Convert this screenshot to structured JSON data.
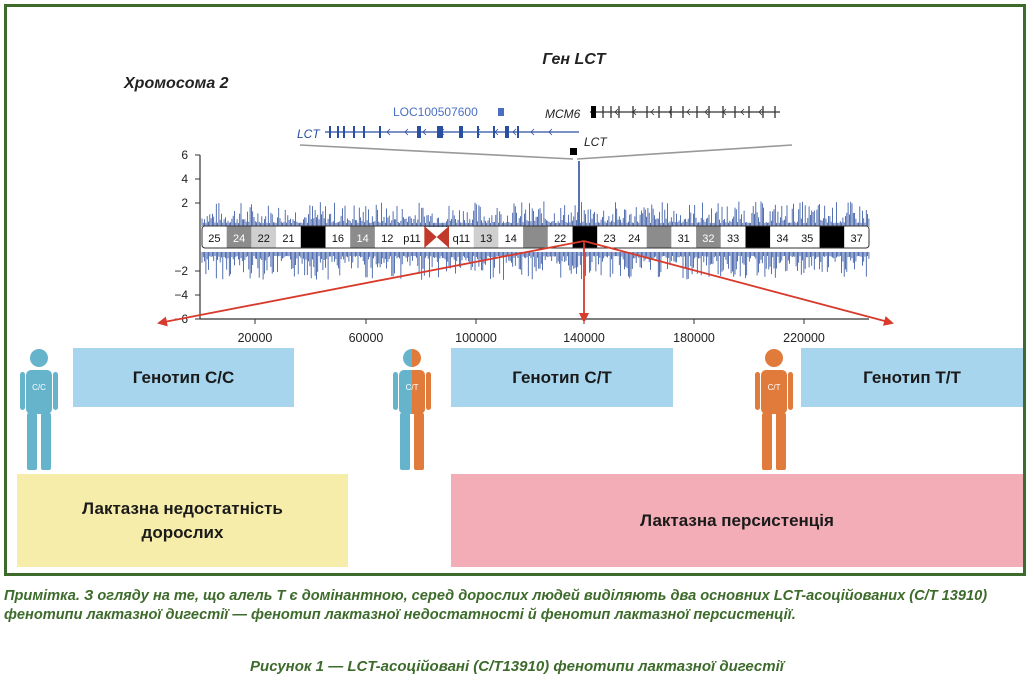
{
  "gene_title": "Ген LCT",
  "chromosome_title": "Хромосома 2",
  "genes": {
    "loc": "LOC100507600",
    "mcm6": "MCM6",
    "lct_track": "LCT",
    "lct_marker": "LCT"
  },
  "plot": {
    "y_ticks": [
      "6",
      "4",
      "2",
      "−2",
      "−4",
      "−6"
    ],
    "x_ticks": [
      "20000",
      "60000",
      "100000",
      "140000",
      "180000",
      "220000"
    ]
  },
  "bands": [
    {
      "label": "25",
      "color": "#ffffff"
    },
    {
      "label": "24",
      "color": "#8c8c8c"
    },
    {
      "label": "22",
      "color": "#cfcfcf"
    },
    {
      "label": "21",
      "color": "#ffffff"
    },
    {
      "label": "",
      "color": "#000000"
    },
    {
      "label": "16",
      "color": "#ffffff"
    },
    {
      "label": "14",
      "color": "#8c8c8c"
    },
    {
      "label": "12",
      "color": "#ffffff"
    },
    {
      "label": "p11",
      "color": "#ffffff"
    },
    {
      "label": "",
      "color": "#c0392b"
    },
    {
      "label": "q11",
      "color": "#ffffff"
    },
    {
      "label": "13",
      "color": "#cfcfcf"
    },
    {
      "label": "14",
      "color": "#ffffff"
    },
    {
      "label": "",
      "color": "#8c8c8c"
    },
    {
      "label": "22",
      "color": "#ffffff"
    },
    {
      "label": "",
      "color": "#000000"
    },
    {
      "label": "23",
      "color": "#ffffff"
    },
    {
      "label": "24",
      "color": "#ffffff"
    },
    {
      "label": "",
      "color": "#8c8c8c"
    },
    {
      "label": "31",
      "color": "#ffffff"
    },
    {
      "label": "32",
      "color": "#8c8c8c"
    },
    {
      "label": "33",
      "color": "#ffffff"
    },
    {
      "label": "",
      "color": "#000000"
    },
    {
      "label": "34",
      "color": "#ffffff"
    },
    {
      "label": "35",
      "color": "#ffffff"
    },
    {
      "label": "",
      "color": "#000000"
    },
    {
      "label": "37",
      "color": "#ffffff"
    }
  ],
  "people": {
    "cc": "C/C",
    "ct": "C/T",
    "tt": "C/T"
  },
  "boxes": {
    "geno_cc": "Генотип С/С",
    "geno_ct": "Генотип С/Т",
    "geno_tt": "Генотип Т/Т",
    "insufficiency_line1": "Лактазна недостатність",
    "insufficiency_line2": "дорослих",
    "persistence": "Лактазна персистенція"
  },
  "note": "Примітка. З огляду на те, що алель Т є домінантною, серед дорослих людей виділяють два основних LCT-асоційованих (С/Т 13910) фенотипи лактазної дигестії — фенотип лактазної недостатності й фенотип лактазної персистенції.",
  "caption": "Рисунок 1 — LCT-асоційовані (С/Т13910) фенотипи лактазної дигестії",
  "colors": {
    "frame": "#3d6b2b",
    "plot_blue": "#2b4fa0",
    "arrow_red": "#d83a2c",
    "teal": "#66b4cc",
    "orange": "#e07b3c"
  }
}
